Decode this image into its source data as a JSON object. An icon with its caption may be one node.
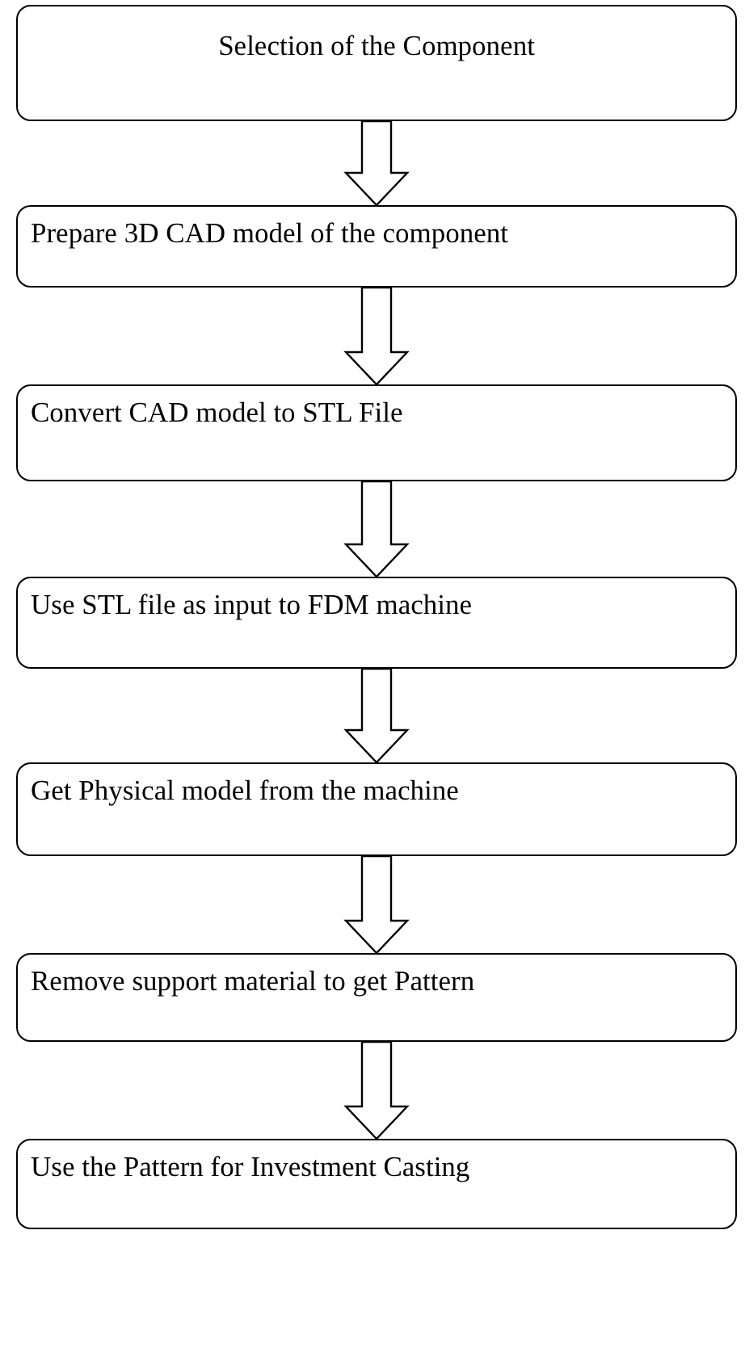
{
  "diagram": {
    "nodes": [
      {
        "text": [
          "Selection of the Component"
        ]
      },
      {
        "text": [
          "Prepare 3D CAD model of the component"
        ]
      },
      {
        "text": [
          "Convert CAD model to STL File"
        ]
      },
      {
        "text": [
          "Use STL file as input to FDM machine"
        ]
      },
      {
        "text": [
          "Get Physical model from the machine"
        ]
      },
      {
        "text": [
          "Remove support material to get Pattern"
        ]
      },
      {
        "text": [
          "Use the Pattern for Investment Casting"
        ]
      }
    ],
    "edges": [
      {
        "from": 0,
        "to": 1,
        "arrow": "to"
      },
      {
        "from": 1,
        "to": 2,
        "arrow": "to"
      },
      {
        "from": 2,
        "to": 3,
        "arrow": "to"
      },
      {
        "from": 3,
        "to": 4,
        "arrow": "to"
      },
      {
        "from": 4,
        "to": 5,
        "arrow": "to"
      },
      {
        "from": 5,
        "to": 6,
        "arrow": "to"
      }
    ]
  }
}
